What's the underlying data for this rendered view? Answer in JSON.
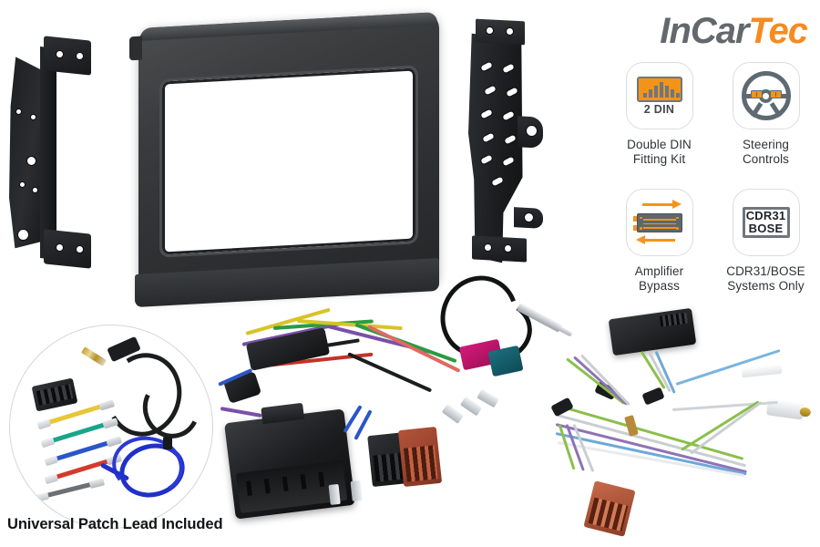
{
  "brand": {
    "logo_part1": "InCar",
    "logo_part2": "Tec",
    "color_gray": "#63686d",
    "color_orange": "#f68b1f"
  },
  "features": [
    {
      "icon": "double-din-screen-icon",
      "badge_text": "2 DIN",
      "label": "Double DIN\nFitting Kit"
    },
    {
      "icon": "steering-wheel-icon",
      "badge_text": "",
      "label": "Steering\nControls"
    },
    {
      "icon": "amplifier-bypass-icon",
      "badge_text": "",
      "label": "Amplifier\nBypass"
    },
    {
      "icon": "cdr31-bose-icon",
      "badge_line1": "CDR31",
      "badge_line2": "BOSE",
      "label": "CDR31/BOSE\nSystems Only"
    }
  ],
  "caption": "Universal Patch Lead Included",
  "parts": {
    "fascia": "double-din-fascia-panel",
    "bracket_left": "left-mounting-bracket",
    "bracket_right": "right-mounting-bracket",
    "patch_lead_inset": "universal-patch-lead",
    "main_harness": "quadlock-iso-wiring-harness",
    "antenna_adapter": "fakra-antenna-adapter",
    "amp_harness": "amplifier-bypass-harness"
  },
  "colors": {
    "accent_orange": "#f3941c",
    "icon_gray": "#5e6a72",
    "text_dark": "#2f3337",
    "background": "#ffffff"
  }
}
